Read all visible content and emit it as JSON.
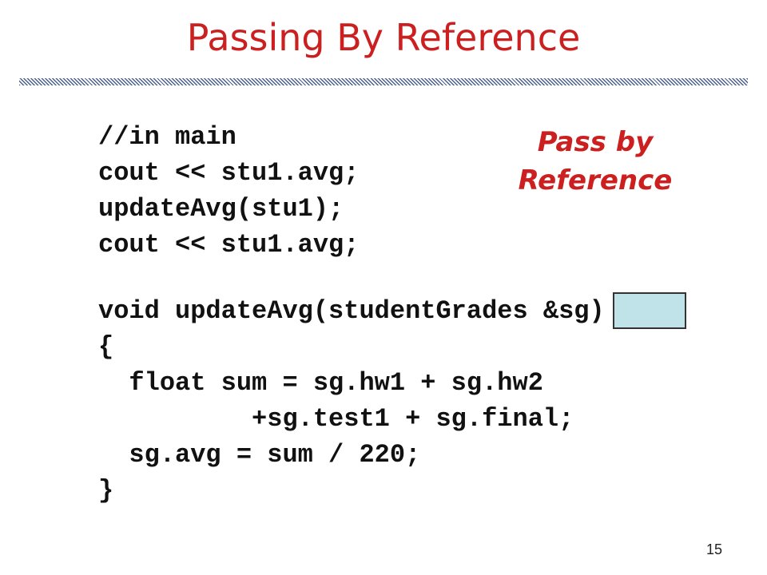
{
  "slide": {
    "title": "Passing By Reference",
    "callout": {
      "line1": "Pass by",
      "line2": "Reference"
    },
    "page_number": "15"
  },
  "code": {
    "lines": [
      "//in main",
      "cout << stu1.avg;",
      "updateAvg(stu1);",
      "cout << stu1.avg;",
      "void updateAvg(studentGrades &sg)",
      "{",
      "  float sum = sg.hw1 + sg.hw2",
      "          +sg.test1 + sg.final;",
      "  sg.avg = sum / 220;",
      "}"
    ],
    "highlighted_token": "&sg)"
  },
  "colors": {
    "title": "#cc1f1f",
    "callout": "#cc1f1f",
    "highlight_fill": "#bfe3e8",
    "rule": "#4a5f8a"
  }
}
